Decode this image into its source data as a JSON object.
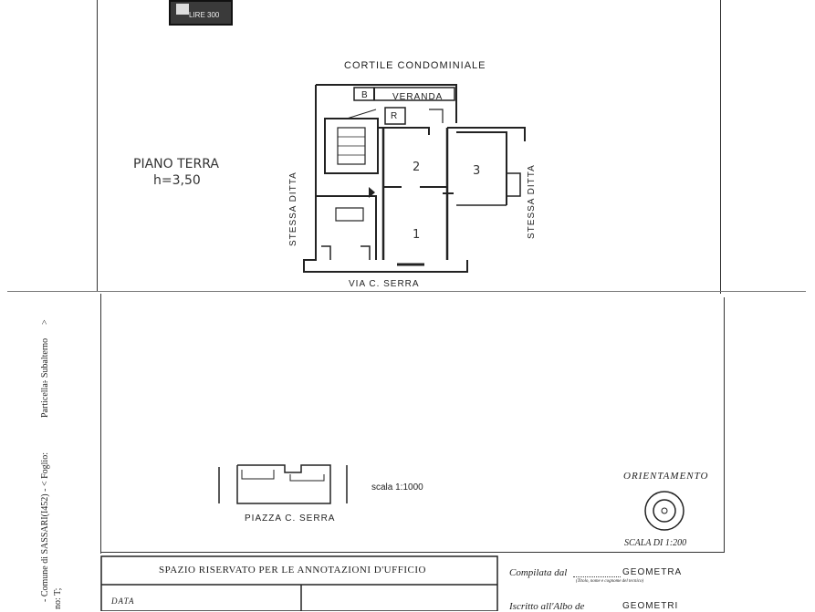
{
  "stamp": {
    "text": "LIRE 300"
  },
  "plan": {
    "courtyard_label": "CORTILE CONDOMINIALE",
    "veranda_label": "VERANDA",
    "b_label": "B",
    "r_label": "R",
    "room_2": "2",
    "room_3": "3",
    "room_1": "1",
    "left_side_label": "STESSA DITTA",
    "right_side_label": "STESSA DITTA",
    "street_label": "VIA C. SERRA",
    "floor_title": "PIANO TERRA",
    "floor_height": "h=3,50"
  },
  "location": {
    "square_label": "PIAZZA C. SERRA",
    "scale_small": "scala 1:1000"
  },
  "orientation": {
    "title": "ORIENTAMENTO",
    "scale": "SCALA DI 1:200"
  },
  "side_text": {
    "left_line": "- Comune di SASSARI(I452) - < Foglio:",
    "particella": "Particella:",
    "subalterno": "- Subalterno",
    "arrow": ">",
    "partial": "no: T;"
  },
  "office_box": {
    "title": "SPAZIO RISERVATO PER LE ANNOTAZIONI D'UFFICIO",
    "data_label": "DATA"
  },
  "compiler": {
    "compilata_label": "Compilata dal",
    "compilata_value": "GEOMETRA",
    "compilata_hint": "(Titolo, nome e cognome del tecnico)",
    "iscritto_label": "Iscritto all'Albo de",
    "iscritto_value": "GEOMETRI"
  }
}
